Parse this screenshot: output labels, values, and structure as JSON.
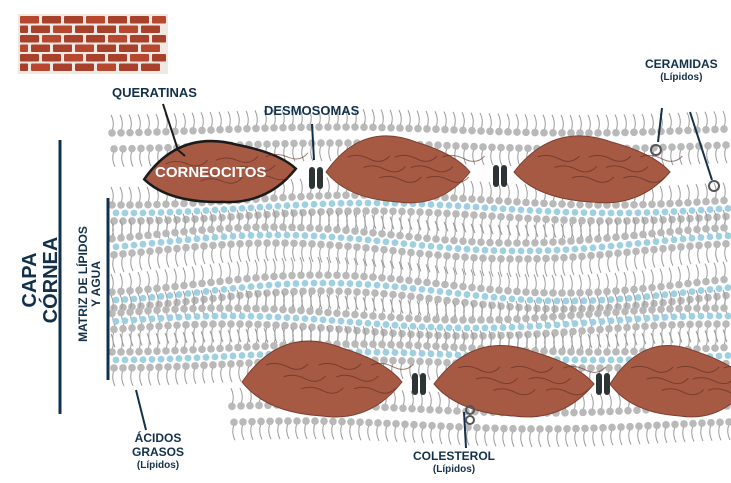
{
  "labels": {
    "queratinas": "QUERATINAS",
    "desmosomas": "DESMOSOMAS",
    "ceramidas": "CERAMIDAS",
    "ceramidas_sub": "(Lípidos)",
    "corneocitos": "CORNEOCITOS",
    "capa_line1": "CAPA",
    "capa_line2": "CÓRNEA",
    "matriz_line1": "MATRIZ DE LÍPIDOS",
    "matriz_line2": "Y AGUA",
    "acidos_line1": "ÁCIDOS",
    "acidos_line2": "GRASOS",
    "acidos_sub": "(Lípidos)",
    "colesterol": "COLESTEROL",
    "colesterol_sub": "(Lípidos)"
  },
  "colors": {
    "label_text": "#12304a",
    "corneocyte_fill": "#a65a44",
    "lipid_head_gray": "#b9b9b9",
    "water_blue": "#9fd0e2",
    "desmosome": "#2d3436",
    "brick": "#a8412c"
  }
}
